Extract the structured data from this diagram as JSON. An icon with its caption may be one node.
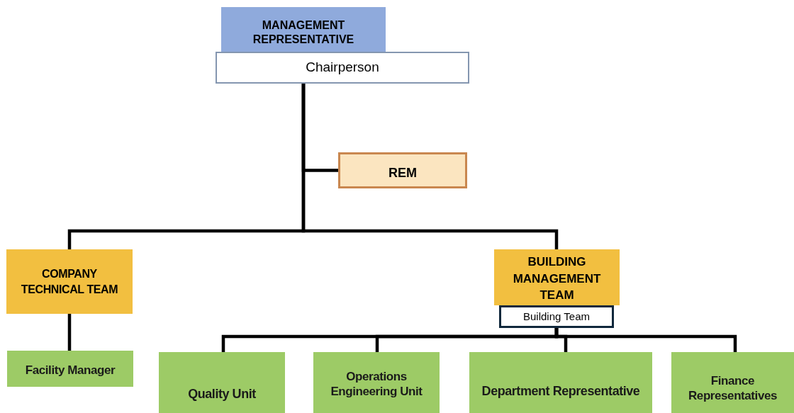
{
  "diagram": {
    "nodes": [
      {
        "text": [
          "MANAGEMENT REPRESENTATIVE"
        ]
      },
      {
        "text": [
          "Chairperson"
        ]
      },
      {
        "text": [
          "REM"
        ]
      },
      {
        "text": [
          "COMPANY TECHNICAL TEAM"
        ]
      },
      {
        "text": [
          "BUILDING MANAGEMENT TEAM"
        ]
      },
      {
        "text": [
          "Building Team"
        ]
      },
      {
        "text": [
          "Facility Manager"
        ]
      },
      {
        "text": [
          "Quality Unit"
        ]
      },
      {
        "text": [
          "Operations Engineering Unit"
        ]
      },
      {
        "text": [
          "Department Representative"
        ]
      },
      {
        "text": [
          "Finance Representatives"
        ]
      }
    ],
    "edges": [
      {
        "from": 1,
        "to": 2,
        "arrow": "none"
      },
      {
        "from": 1,
        "to": 3,
        "arrow": "none"
      },
      {
        "from": 1,
        "to": 4,
        "arrow": "none"
      },
      {
        "from": 3,
        "to": 6,
        "arrow": "none"
      },
      {
        "from": 5,
        "to": 7,
        "arrow": "none"
      },
      {
        "from": 5,
        "to": 8,
        "arrow": "none"
      },
      {
        "from": 5,
        "to": 9,
        "arrow": "none"
      },
      {
        "from": 5,
        "to": 10,
        "arrow": "none"
      }
    ]
  }
}
